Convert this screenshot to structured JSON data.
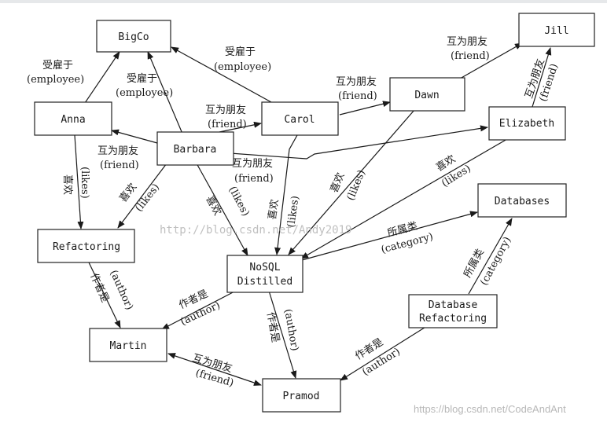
{
  "nodes": {
    "bigco": "BigCo",
    "jill": "Jill",
    "anna": "Anna",
    "barbara": "Barbara",
    "carol": "Carol",
    "dawn": "Dawn",
    "elizabeth": "Elizabeth",
    "databases": "Databases",
    "refactoring": "Refactoring",
    "nosql_line1": "NoSQL",
    "nosql_line2": "Distilled",
    "dbref_line1": "Database",
    "dbref_line2": "Refactoring",
    "martin": "Martin",
    "pramod": "Pramod"
  },
  "edge_labels": {
    "employee_cn": "受雇于",
    "employee_en": "(employee)",
    "friend_cn": "互为朋友",
    "friend_en": "(friend)",
    "likes_cn": "喜欢",
    "likes_en": "(likes)",
    "category_cn": "所属类",
    "category_en": "(category)",
    "author_cn": "作者是",
    "author_en": "(author)"
  },
  "watermarks": {
    "center": "http://blog.csdn.net/Andy2019",
    "bottom_right": "https://blog.csdn.net/CodeAndAnt"
  }
}
